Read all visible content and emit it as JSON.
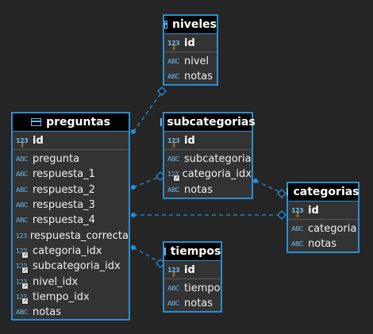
{
  "icons": {
    "abc": "ABC",
    "num": "123",
    "key": "⚷",
    "link": "↗"
  },
  "entities": {
    "niveles": {
      "title": "niveles",
      "pk": "id",
      "cols": [
        "nivel",
        "notas"
      ]
    },
    "preguntas": {
      "title": "preguntas",
      "pk": "id",
      "cols": [
        "pregunta",
        "respuesta_1",
        "respuesta_2",
        "respuesta_3",
        "respuesta_4",
        "respuesta_correcta",
        "categoria_idx",
        "subcategoria_idx",
        "nivel_idx",
        "tiempo_idx",
        "notas"
      ]
    },
    "subcategorias": {
      "title": "subcategorias",
      "pk": "id",
      "cols": [
        "subcategoria",
        "categoria_idx",
        "notas"
      ]
    },
    "categorias": {
      "title": "categorias",
      "pk": "id",
      "cols": [
        "categoria",
        "notas"
      ]
    },
    "tiempos": {
      "title": "tiempos",
      "pk": "id",
      "cols": [
        "tiempo",
        "notas"
      ]
    }
  },
  "colors": {
    "border": "#2a8fd0",
    "link": "#2a8fd0",
    "header_bg": "#000000",
    "body_bg": "#333333",
    "canvas": "#252526"
  }
}
